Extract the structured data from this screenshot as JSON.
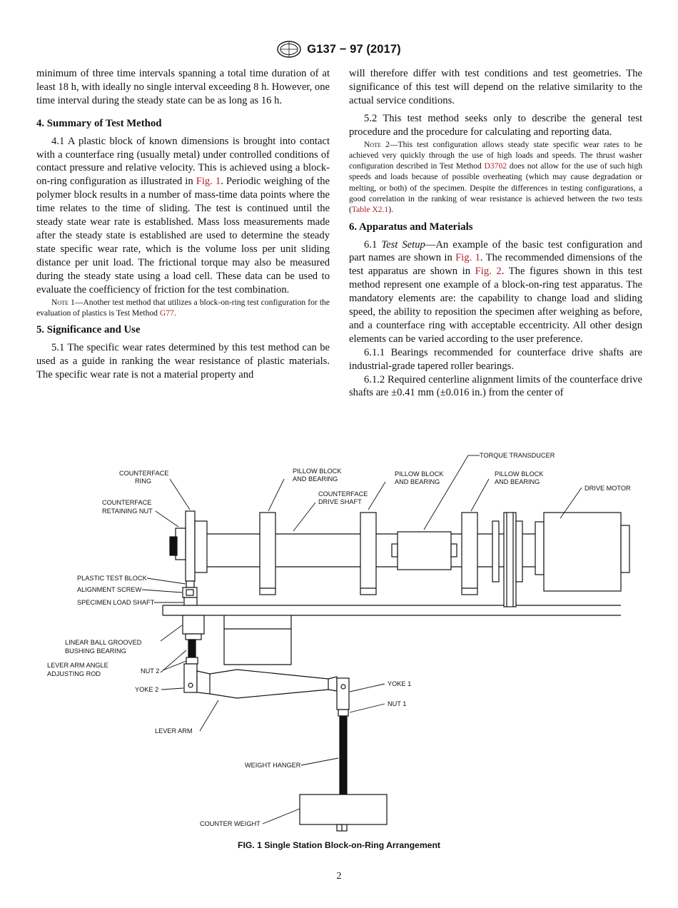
{
  "header": {
    "logo_text": "ASTM",
    "designation": "G137 − 97 (2017)"
  },
  "left": {
    "p_cont": "minimum of three time intervals spanning a total time duration of at least 18 h, with ideally no single interval exceeding 8 h. However, one time interval during the steady state can be as long as 16 h.",
    "s4_heading": "4. Summary of Test Method",
    "p41_a": "4.1 A plastic block of known dimensions is brought into contact with a counterface ring (usually metal) under controlled conditions of contact pressure and relative velocity. This is achieved using a block-on-ring configuration as illustrated in ",
    "p41_link": "Fig. 1",
    "p41_b": ". Periodic weighing of the polymer block results in a number of mass-time data points where the time relates to the time of sliding. The test is continued until the steady state wear rate is established. Mass loss measurements made after the steady state is established are used to determine the steady state specific wear rate, which is the volume loss per unit sliding distance per unit load. The frictional torque may also be measured during the steady state using a load cell. These data can be used to evaluate the coefficiency of friction for the test combination.",
    "note1_label": "Note",
    "note1_a": " 1—Another test method that utilizes a block-on-ring test configuration for the evaluation of plastics is Test Method ",
    "note1_link": "G77",
    "note1_b": ".",
    "s5_heading": "5. Significance and Use",
    "p51": "5.1 The specific wear rates determined by this test method can be used as a guide in ranking the wear resistance of plastic materials. The specific wear rate is not a material property and"
  },
  "right": {
    "p_cont": "will therefore differ with test conditions and test geometries. The significance of this test will depend on the relative similarity to the actual service conditions.",
    "p52": "5.2 This test method seeks only to describe the general test procedure and the procedure for calculating and reporting data.",
    "note2_label": "Note",
    "note2_a": " 2—This test configuration allows steady state specific wear rates to be achieved very quickly through the use of high loads and speeds. The thrust washer configuration described in Test Method ",
    "note2_link1": "D3702",
    "note2_b": " does not allow for the use of such high speeds and loads because of possible overheating (which may cause degradation or melting, or both) of the specimen. Despite the differences in testing configurations, a good correlation in the ranking of wear resistance is achieved between the two tests (",
    "note2_link2": "Table X2.1",
    "note2_c": ").",
    "s6_heading": "6. Apparatus and Materials",
    "p61_num": "6.1 ",
    "p61_title": "Test Setup",
    "p61_a": "—An example of the basic test configuration and part names are shown in ",
    "p61_link1": "Fig. 1",
    "p61_b": ". The recommended dimensions of the test apparatus are shown in ",
    "p61_link2": "Fig. 2",
    "p61_c": ". The figures shown in this test method represent one example of a block-on-ring test apparatus. The mandatory elements are: the capability to change load and sliding speed, the ability to reposition the specimen after weighing as before, and a counterface ring with acceptable eccentricity. All other design elements can be varied according to the user preference.",
    "p611": "6.1.1 Bearings recommended for counterface drive shafts are industrial-grade tapered roller bearings.",
    "p612": "6.1.2 Required centerline alignment limits of the counterface drive shafts are ±0.41 mm (±0.016 in.) from the center of"
  },
  "figure": {
    "labels": {
      "counterface_ring_1": "COUNTERFACE",
      "counterface_ring_2": "RING",
      "pillow1_1": "PILLOW BLOCK",
      "pillow1_2": "AND BEARING",
      "pillow2_1": "PILLOW BLOCK",
      "pillow2_2": "AND BEARING",
      "torque": "TORQUE TRANSDUCER",
      "pillow3_1": "PILLOW BLOCK",
      "pillow3_2": "AND BEARING",
      "drive_motor": "DRIVE MOTOR",
      "retaining_nut_1": "COUNTERFACE",
      "retaining_nut_2": "RETAINING NUT",
      "drive_shaft_1": "COUNTERFACE",
      "drive_shaft_2": "DRIVE SHAFT",
      "plastic_block": "PLASTIC TEST BLOCK",
      "alignment_screw": "ALIGNMENT SCREW",
      "load_shaft": "SPECIMEN LOAD SHAFT",
      "linear_bushing_1": "LINEAR BALL GROOVED",
      "linear_bushing_2": "BUSHING BEARING",
      "adj_rod_1": "LEVER ARM ANGLE",
      "adj_rod_2": "ADJUSTING ROD",
      "nut2": "NUT 2",
      "yoke2": "YOKE 2",
      "yoke1": "YOKE 1",
      "nut1": "NUT 1",
      "lever_arm": "LEVER ARM",
      "weight_hanger": "WEIGHT HANGER",
      "counter_weight": "COUNTER WEIGHT"
    },
    "caption": "FIG. 1 Single Station Block-on-Ring Arrangement"
  },
  "page_number": "2"
}
